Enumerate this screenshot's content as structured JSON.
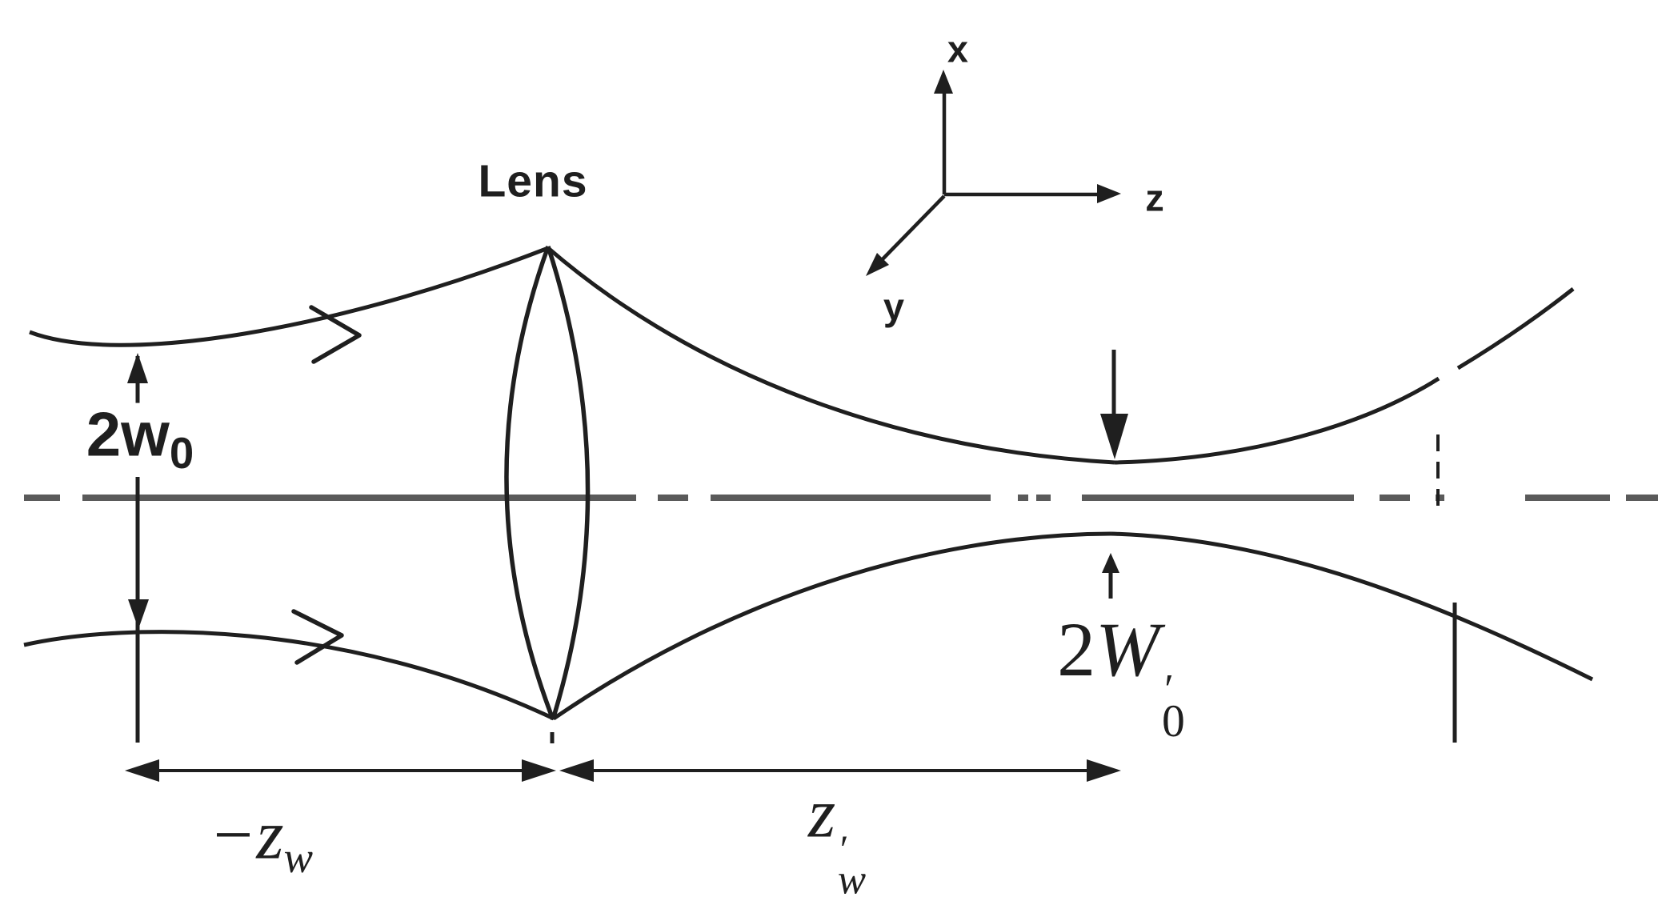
{
  "figure": {
    "type": "optics-diagram",
    "description": "Gaussian beam focused by a lens: incident beam of waist 2w0 is transformed to a new waist 2W0-prime at distance zw-prime beyond the lens",
    "background_color": "#ffffff",
    "ink_color": "#1f1f1f",
    "axis_color": "#5a5a5a"
  },
  "labels": {
    "lens": "Lens",
    "input_waist": {
      "main": "2w",
      "sub": "0"
    },
    "output_waist": {
      "coeff": "2",
      "letter": "W",
      "sup": "′",
      "sub": "0"
    },
    "left_distance": {
      "main": "−z",
      "sub": "w"
    },
    "right_distance": {
      "main": "z",
      "sup": "′",
      "sub": "w"
    },
    "axes": {
      "x": "x",
      "y": "y",
      "z": "z"
    }
  }
}
